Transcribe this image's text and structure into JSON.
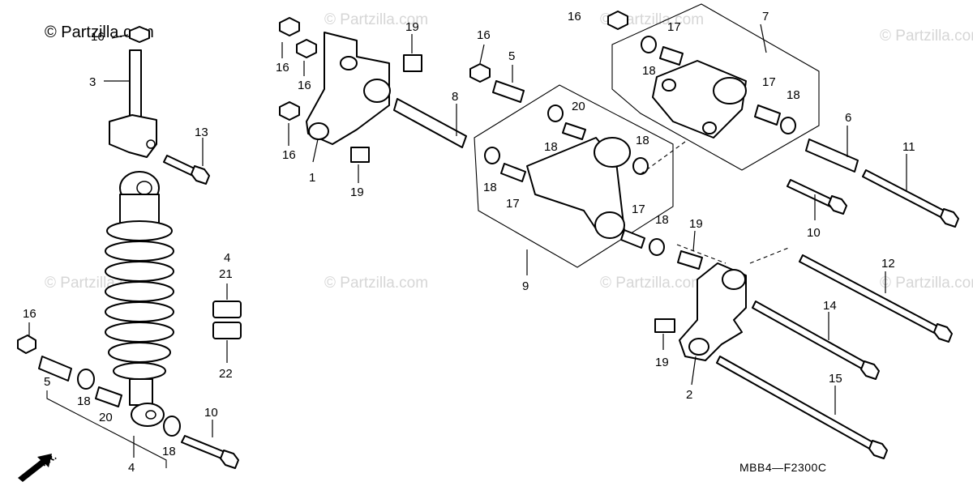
{
  "copyright": "© Partzilla.com",
  "watermark": "© Partzilla.com",
  "diagram_code": "MBB4—F2300C",
  "front_marker": "FR.",
  "callouts": {
    "c16a": "16",
    "c3": "3",
    "c13": "13",
    "c4a": "4",
    "c21": "21",
    "c22": "22",
    "c16b": "16",
    "c5a": "5",
    "c18a": "18",
    "c20a": "20",
    "c18b": "18",
    "c4b": "4",
    "c10a": "10",
    "c16c": "16",
    "c16d": "16",
    "c16e": "16",
    "c1": "1",
    "c19a": "19",
    "c19b": "19",
    "c8": "8",
    "c16f": "16",
    "c5b": "5",
    "c20b": "20",
    "c18c": "18",
    "c18d": "18",
    "c17a": "17",
    "c18e": "18",
    "c17b": "17",
    "c18f": "18",
    "c9": "9",
    "c19c": "19",
    "c16g": "16",
    "c17c": "17",
    "c18g": "18",
    "c7": "7",
    "c17d": "17",
    "c18h": "18",
    "c6": "6",
    "c11": "11",
    "c10b": "10",
    "c12": "12",
    "c14": "14",
    "c19d": "19",
    "c2": "2",
    "c15": "15"
  }
}
